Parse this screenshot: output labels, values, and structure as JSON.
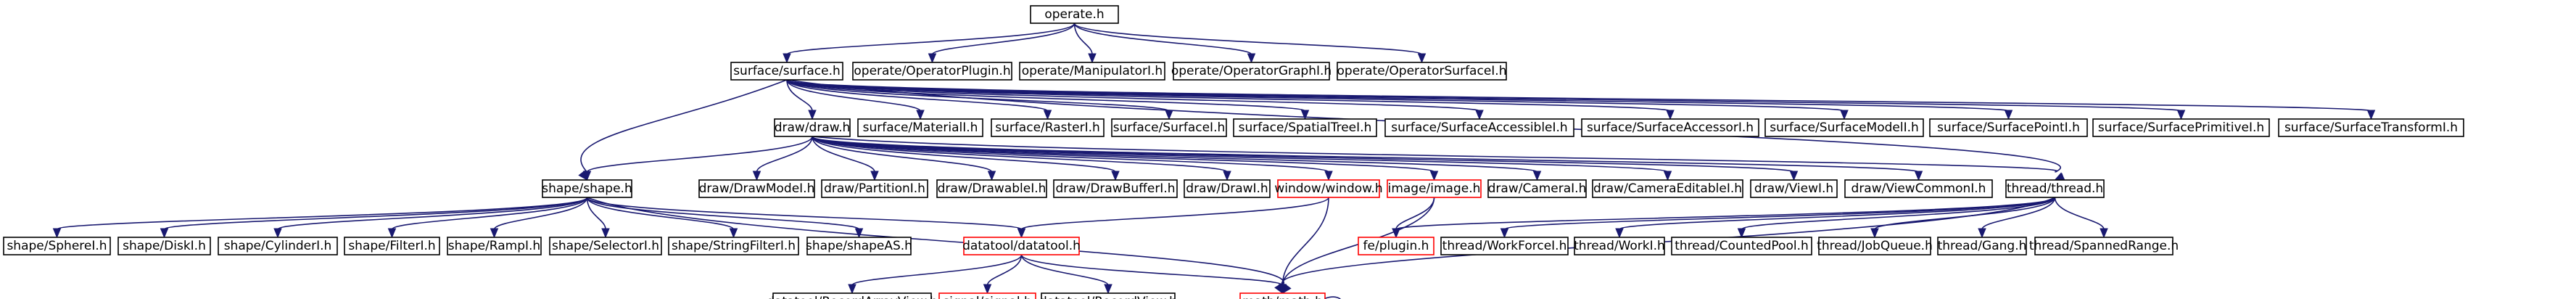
{
  "colors": {
    "edge": "#191970",
    "node_border": "#000000",
    "node_border_missing": "#ff0000",
    "root_fill": "#bfbfbf"
  },
  "nodes": [
    {
      "id": "operate",
      "label": "operate.h",
      "style": "root"
    },
    {
      "id": "surface",
      "label": "surface/surface.h",
      "style": "normal"
    },
    {
      "id": "opplugin",
      "label": "operate/OperatorPlugin.h",
      "style": "normal"
    },
    {
      "id": "manip",
      "label": "operate/ManipulatorI.h",
      "style": "normal"
    },
    {
      "id": "opgraph",
      "label": "operate/OperatorGraphI.h",
      "style": "normal"
    },
    {
      "id": "opsurf",
      "label": "operate/OperatorSurfaceI.h",
      "style": "normal"
    },
    {
      "id": "draw",
      "label": "draw/draw.h",
      "style": "normal"
    },
    {
      "id": "smat",
      "label": "surface/MaterialI.h",
      "style": "normal"
    },
    {
      "id": "sraster",
      "label": "surface/RasterI.h",
      "style": "normal"
    },
    {
      "id": "ssurf",
      "label": "surface/SurfaceI.h",
      "style": "normal"
    },
    {
      "id": "sspat",
      "label": "surface/SpatialTreeI.h",
      "style": "normal"
    },
    {
      "id": "ssacc",
      "label": "surface/SurfaceAccessibleI.h",
      "style": "normal"
    },
    {
      "id": "ssaccs",
      "label": "surface/SurfaceAccessorI.h",
      "style": "normal"
    },
    {
      "id": "ssmodel",
      "label": "surface/SurfaceModelI.h",
      "style": "normal"
    },
    {
      "id": "sspoint",
      "label": "surface/SurfacePointI.h",
      "style": "normal"
    },
    {
      "id": "ssprim",
      "label": "surface/SurfacePrimitiveI.h",
      "style": "normal"
    },
    {
      "id": "sstrans",
      "label": "surface/SurfaceTransformI.h",
      "style": "normal"
    },
    {
      "id": "shape",
      "label": "shape/shape.h",
      "style": "normal"
    },
    {
      "id": "dmode",
      "label": "draw/DrawModeI.h",
      "style": "normal"
    },
    {
      "id": "dpart",
      "label": "draw/PartitionI.h",
      "style": "normal"
    },
    {
      "id": "ddrawable",
      "label": "draw/DrawableI.h",
      "style": "normal"
    },
    {
      "id": "dbuf",
      "label": "draw/DrawBufferI.h",
      "style": "normal"
    },
    {
      "id": "ddrawi",
      "label": "draw/DrawI.h",
      "style": "normal"
    },
    {
      "id": "window",
      "label": "window/window.h",
      "style": "missing"
    },
    {
      "id": "image",
      "label": "image/image.h",
      "style": "missing"
    },
    {
      "id": "dcam",
      "label": "draw/CameraI.h",
      "style": "normal"
    },
    {
      "id": "dcamed",
      "label": "draw/CameraEditableI.h",
      "style": "normal"
    },
    {
      "id": "dview",
      "label": "draw/ViewI.h",
      "style": "normal"
    },
    {
      "id": "dvcommon",
      "label": "draw/ViewCommonI.h",
      "style": "normal"
    },
    {
      "id": "thread",
      "label": "thread/thread.h",
      "style": "normal"
    },
    {
      "id": "sphere",
      "label": "shape/SphereI.h",
      "style": "normal"
    },
    {
      "id": "disk",
      "label": "shape/DiskI.h",
      "style": "normal"
    },
    {
      "id": "cyl",
      "label": "shape/CylinderI.h",
      "style": "normal"
    },
    {
      "id": "filter",
      "label": "shape/FilterI.h",
      "style": "normal"
    },
    {
      "id": "ramp",
      "label": "shape/RampI.h",
      "style": "normal"
    },
    {
      "id": "selector",
      "label": "shape/SelectorI.h",
      "style": "normal"
    },
    {
      "id": "strfilt",
      "label": "shape/StringFilterI.h",
      "style": "normal"
    },
    {
      "id": "shapeas",
      "label": "shape/shapeAS.h",
      "style": "normal"
    },
    {
      "id": "datatool",
      "label": "datatool/datatool.h",
      "style": "missing"
    },
    {
      "id": "plugin",
      "label": "fe/plugin.h",
      "style": "missing"
    },
    {
      "id": "twork",
      "label": "thread/WorkForceI.h",
      "style": "normal"
    },
    {
      "id": "tworki",
      "label": "thread/WorkI.h",
      "style": "normal"
    },
    {
      "id": "tcount",
      "label": "thread/CountedPool.h",
      "style": "normal"
    },
    {
      "id": "tjob",
      "label": "thread/JobQueue.h",
      "style": "normal"
    },
    {
      "id": "tgang",
      "label": "thread/Gang.h",
      "style": "normal"
    },
    {
      "id": "tspan",
      "label": "thread/SpannedRange.h",
      "style": "normal"
    },
    {
      "id": "drav",
      "label": "datatool/RecordArrayView.h",
      "style": "normal"
    },
    {
      "id": "signal",
      "label": "signal/signal.h",
      "style": "missing"
    },
    {
      "id": "drv",
      "label": "datatool/RecordView.h",
      "style": "normal"
    },
    {
      "id": "math",
      "label": "math/math.h",
      "style": "missing"
    }
  ],
  "edges": [
    [
      "operate",
      "surface"
    ],
    [
      "operate",
      "opplugin"
    ],
    [
      "operate",
      "manip"
    ],
    [
      "operate",
      "opgraph"
    ],
    [
      "operate",
      "opsurf"
    ],
    [
      "surface",
      "draw"
    ],
    [
      "surface",
      "smat"
    ],
    [
      "surface",
      "sraster"
    ],
    [
      "surface",
      "ssurf"
    ],
    [
      "surface",
      "sspat"
    ],
    [
      "surface",
      "ssacc"
    ],
    [
      "surface",
      "ssaccs"
    ],
    [
      "surface",
      "ssmodel"
    ],
    [
      "surface",
      "sspoint"
    ],
    [
      "surface",
      "ssprim"
    ],
    [
      "surface",
      "sstrans"
    ],
    [
      "surface",
      "shape"
    ],
    [
      "surface",
      "thread"
    ],
    [
      "draw",
      "shape"
    ],
    [
      "draw",
      "dmode"
    ],
    [
      "draw",
      "dpart"
    ],
    [
      "draw",
      "ddrawable"
    ],
    [
      "draw",
      "dbuf"
    ],
    [
      "draw",
      "ddrawi"
    ],
    [
      "draw",
      "window"
    ],
    [
      "draw",
      "image"
    ],
    [
      "draw",
      "dcam"
    ],
    [
      "draw",
      "dcamed"
    ],
    [
      "draw",
      "dview"
    ],
    [
      "draw",
      "dvcommon"
    ],
    [
      "draw",
      "thread"
    ],
    [
      "shape",
      "sphere"
    ],
    [
      "shape",
      "disk"
    ],
    [
      "shape",
      "cyl"
    ],
    [
      "shape",
      "filter"
    ],
    [
      "shape",
      "ramp"
    ],
    [
      "shape",
      "selector"
    ],
    [
      "shape",
      "strfilt"
    ],
    [
      "shape",
      "shapeas"
    ],
    [
      "shape",
      "datatool"
    ],
    [
      "shape",
      "math"
    ],
    [
      "window",
      "datatool"
    ],
    [
      "window",
      "math"
    ],
    [
      "image",
      "plugin"
    ],
    [
      "image",
      "math"
    ],
    [
      "thread",
      "plugin"
    ],
    [
      "thread",
      "twork"
    ],
    [
      "thread",
      "tworki"
    ],
    [
      "thread",
      "tcount"
    ],
    [
      "thread",
      "tjob"
    ],
    [
      "thread",
      "tgang"
    ],
    [
      "thread",
      "tspan"
    ],
    [
      "thread",
      "math"
    ],
    [
      "datatool",
      "drav"
    ],
    [
      "datatool",
      "signal"
    ],
    [
      "datatool",
      "drv"
    ],
    [
      "datatool",
      "math"
    ],
    [
      "math",
      "math"
    ]
  ]
}
